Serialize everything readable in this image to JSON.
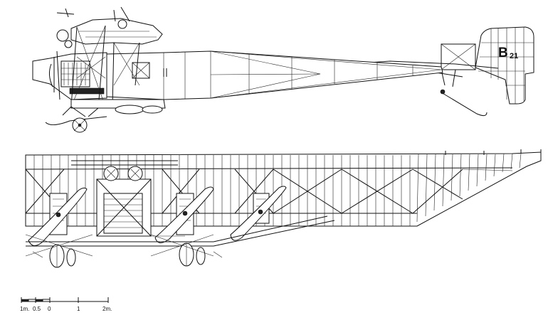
{
  "aircraft": {
    "marking_letter": "B",
    "marking_number": "21"
  },
  "scale_bar": {
    "labels": [
      "1m.",
      "0.5",
      "0",
      "1",
      "2m."
    ]
  }
}
